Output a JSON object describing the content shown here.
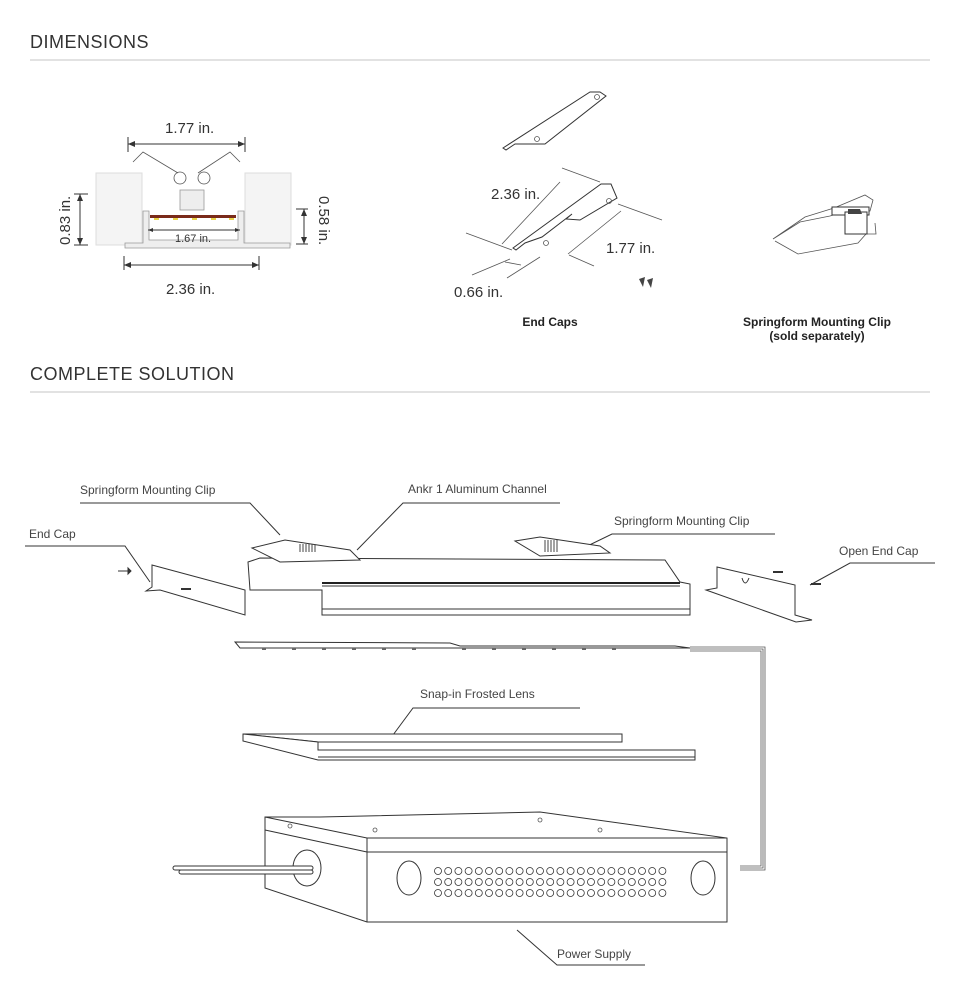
{
  "sections": {
    "dimensions": {
      "title": "DIMENSIONS"
    },
    "complete_solution": {
      "title": "COMPLETE SOLUTION"
    }
  },
  "profile_drawing": {
    "top_width": "1.77 in.",
    "inner_width": "1.67 in.",
    "bottom_width": "2.36 in.",
    "total_height": "0.83 in.",
    "channel_height": "0.58 in."
  },
  "end_caps_drawing": {
    "length": "2.36 in.",
    "width": "1.77 in.",
    "depth": "0.66 in.",
    "caption": "End Caps"
  },
  "clip_drawing": {
    "caption_line1": "Springform Mounting Clip",
    "caption_line2": "(sold separately)"
  },
  "exploded_view": {
    "callouts": {
      "clip_left": "Springform Mounting Clip",
      "channel": "Ankr 1 Aluminum Channel",
      "clip_right": "Springform Mounting Clip",
      "end_cap": "End Cap",
      "open_end_cap": "Open End Cap",
      "lens": "Snap-in Frosted Lens",
      "power_supply": "Power Supply"
    }
  }
}
